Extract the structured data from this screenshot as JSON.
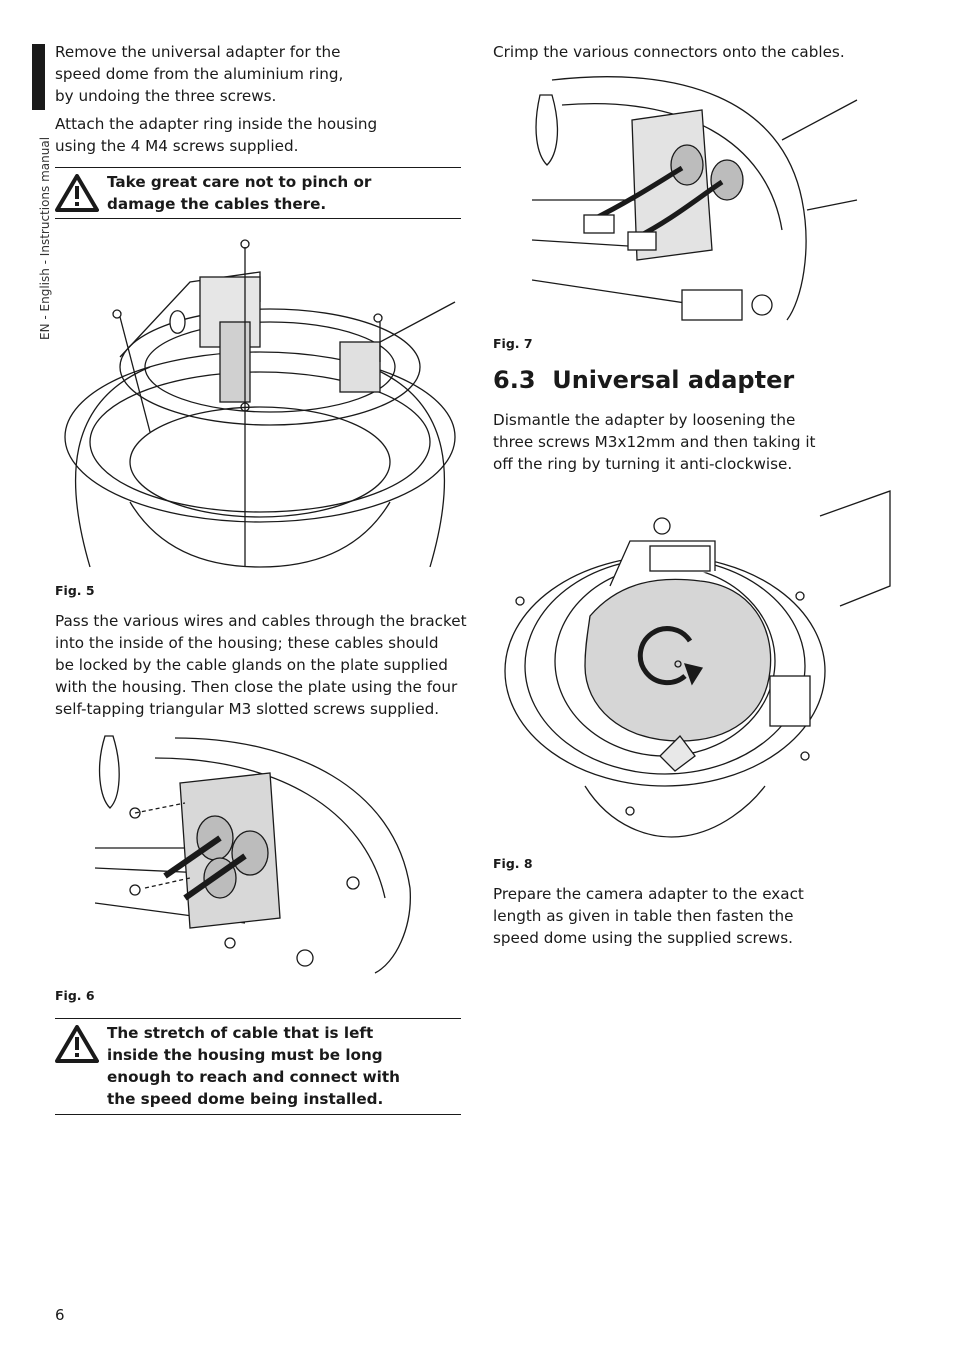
{
  "sidebar": {
    "label": "EN - English - Instructions manual"
  },
  "left": {
    "para1": "Remove the universal adapter for the\nspeed dome from the aluminium ring,\nby undoing the three screws.",
    "para2": "Attach the adapter ring inside the housing\nusing the 4 M4 screws supplied.",
    "warning1": "Take great care not to pinch or\ndamage the cables there.",
    "fig5_label": "Fig. 5",
    "para3": "Pass the various wires and cables through the bracket\ninto the inside of the housing; these cables should\nbe locked by the cable glands on the plate supplied\nwith the housing. Then close the plate using the four\nself-tapping triangular M3 slotted screws supplied.",
    "fig6_label": "Fig. 6",
    "warning2": "The stretch of cable that is left\ninside the housing must be long\nenough to reach and connect with\nthe speed dome being installed."
  },
  "right": {
    "para1": "Crimp the various connectors onto the cables.",
    "fig7_label": "Fig. 7",
    "section_heading": "6.3  Universal adapter",
    "para2": "Dismantle the adapter by loosening the\nthree screws M3x12mm and then taking it\noff the ring by turning it anti-clockwise.",
    "fig8_label": "Fig. 8",
    "para3": "Prepare the camera adapter to the exact\nlength as given in table then fasten the\nspeed dome using the supplied screws."
  },
  "footer": {
    "page_number": "6"
  },
  "icons": {
    "warning": "warning-triangle-icon"
  }
}
